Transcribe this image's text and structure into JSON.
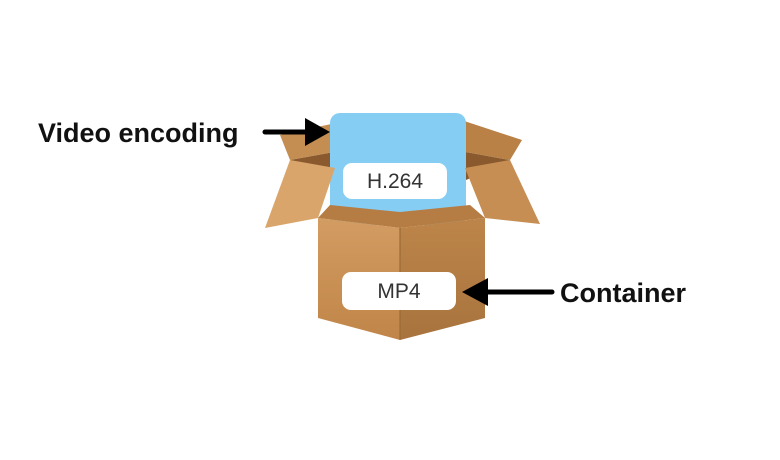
{
  "labels": {
    "video_encoding": "Video encoding",
    "container": "Container"
  },
  "tags": {
    "codec": "H.264",
    "format": "MP4"
  },
  "colors": {
    "box_front": "#c98f55",
    "box_side": "#b07a43",
    "box_inside": "#8a5a2e",
    "flap_light": "#d7a46b",
    "flap_dark": "#bd8448",
    "card": "#86cdf4",
    "tag": "#ffffff",
    "arrow": "#000000"
  }
}
